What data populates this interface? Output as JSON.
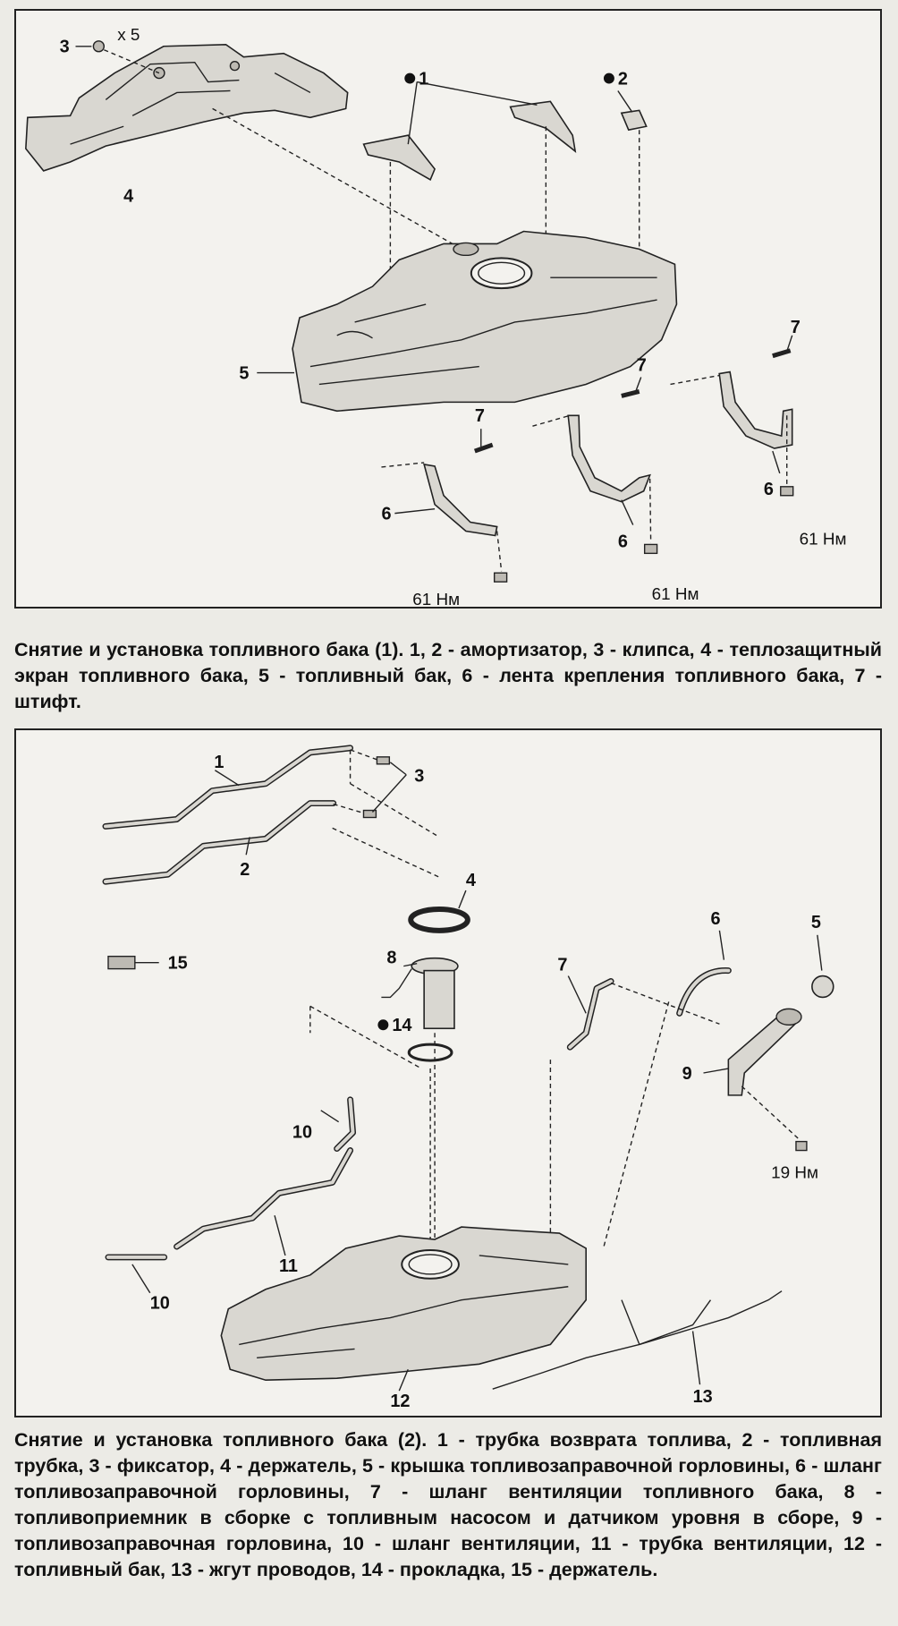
{
  "figure1": {
    "labels": {
      "l3": "3",
      "x5": "x 5",
      "l4": "4",
      "l1": "1",
      "l2": "2",
      "l5": "5",
      "l7a": "7",
      "l7b": "7",
      "l7c": "7",
      "l6a": "6",
      "l6b": "6",
      "l6c": "6",
      "t1": "61 Нм",
      "t2": "61 Нм",
      "t3": "61 Нм"
    },
    "caption": "Снятие и установка топливного бака (1). 1, 2 - амортизатор, 3 - клипса, 4 - теплозащитный экран топливного бака, 5 - топливный бак, 6 - лента крепления топливного бака, 7 - штифт."
  },
  "figure2": {
    "labels": {
      "l1": "1",
      "l2": "2",
      "l3": "3",
      "l4": "4",
      "l15": "15",
      "l8": "8",
      "l14": "14",
      "l6": "6",
      "l5": "5",
      "l7": "7",
      "l9": "9",
      "l10a": "10",
      "l10b": "10",
      "l11": "11",
      "l12": "12",
      "l13": "13",
      "t19": "19 Нм"
    },
    "caption": "Снятие и установка топливного бака (2). 1 - трубка возврата топлива, 2 - топливная трубка, 3 - фиксатор, 4 - держатель, 5 - крышка топливозаправочной горловины, 6 - шланг топливозаправочной горловины, 7 - шланг вентиляции топливного бака, 8 - топливоприемник в сборке с топливным насосом и датчиком уровня в сборе, 9 - топливозаправочная горловина, 10 - шланг вентиляции, 11 - трубка вентиляции, 12 - топливный бак, 13 - жгут проводов, 14 - прокладка, 15 - держатель."
  },
  "colors": {
    "page_background": "#ecebe6",
    "frame_stroke": "#222222",
    "part_fill": "#d9d7d1"
  }
}
